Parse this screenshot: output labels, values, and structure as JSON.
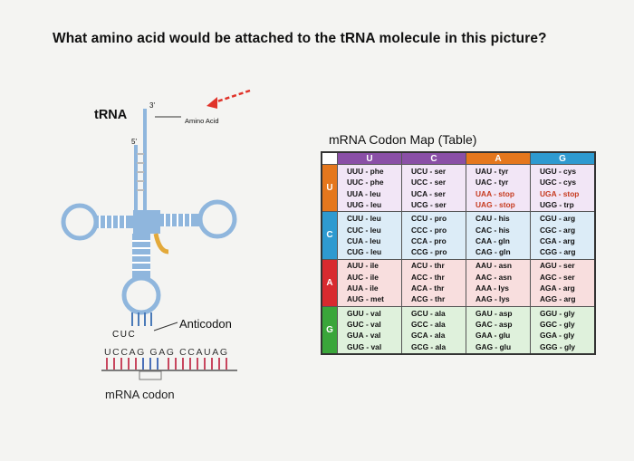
{
  "question": "What amino acid would be attached to the tRNA molecule in this picture?",
  "diagram": {
    "trna_label": "tRNA",
    "three_prime": "3'",
    "five_prime": "5'",
    "amino_acid_label": "Amino Acid",
    "anticodon_label": "Anticodon",
    "anticodon_seq": "CUC",
    "mrna_sequence": "UCCAG GAG CCAUAG",
    "mrna_codon_label": "mRNA codon"
  },
  "codon_map": {
    "title": "mRNA Codon Map (Table)",
    "columns": [
      {
        "label": "U",
        "color": "#8a4fa6"
      },
      {
        "label": "C",
        "color": "#8a4fa6"
      },
      {
        "label": "A",
        "color": "#e5771d"
      },
      {
        "label": "G",
        "color": "#2e9ad0"
      }
    ],
    "rows": [
      {
        "label": "U",
        "color": "#e5771d",
        "bg": "#f2e6f6",
        "cells": [
          [
            "UUU - phe",
            "UUC - phe",
            "UUA - leu",
            "UUG - leu"
          ],
          [
            "UCU - ser",
            "UCC - ser",
            "UCA - ser",
            "UCG - ser"
          ],
          [
            "UAU - tyr",
            "UAC - tyr",
            "UAA - stop",
            "UAG - stop"
          ],
          [
            "UGU - cys",
            "UGC - cys",
            "UGA - stop",
            "UGG - trp"
          ]
        ]
      },
      {
        "label": "C",
        "color": "#2e9ad0",
        "bg": "#dcecf7",
        "cells": [
          [
            "CUU - leu",
            "CUC - leu",
            "CUA - leu",
            "CUG - leu"
          ],
          [
            "CCU - pro",
            "CCC - pro",
            "CCA - pro",
            "CCG - pro"
          ],
          [
            "CAU - his",
            "CAC - his",
            "CAA - gln",
            "CAG - gln"
          ],
          [
            "CGU - arg",
            "CGC - arg",
            "CGA - arg",
            "CGG - arg"
          ]
        ]
      },
      {
        "label": "A",
        "color": "#d82a2f",
        "bg": "#f8dede",
        "cells": [
          [
            "AUU - ile",
            "AUC - ile",
            "AUA - ile",
            "AUG - met"
          ],
          [
            "ACU - thr",
            "ACC - thr",
            "ACA - thr",
            "ACG - thr"
          ],
          [
            "AAU - asn",
            "AAC - asn",
            "AAA - lys",
            "AAG - lys"
          ],
          [
            "AGU - ser",
            "AGC - ser",
            "AGA - arg",
            "AGG - arg"
          ]
        ]
      },
      {
        "label": "G",
        "color": "#3aa63a",
        "bg": "#dff1dc",
        "cells": [
          [
            "GUU - val",
            "GUC - val",
            "GUA - val",
            "GUG - val"
          ],
          [
            "GCU - ala",
            "GCC - ala",
            "GCA - ala",
            "GCG - ala"
          ],
          [
            "GAU - asp",
            "GAC - asp",
            "GAA - glu",
            "GAG - glu"
          ],
          [
            "GGU - gly",
            "GGC - gly",
            "GGA - gly",
            "GGG - gly"
          ]
        ]
      }
    ]
  }
}
